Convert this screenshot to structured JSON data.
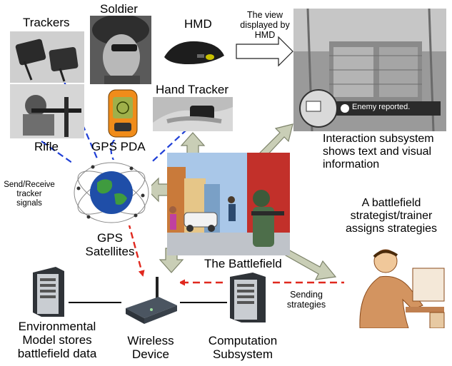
{
  "labels": {
    "trackers": "Trackers",
    "soldier": "Soldier",
    "hmd": "HMD",
    "view_line1": "The view",
    "view_line2": "displayed by",
    "view_line3": "HMD",
    "hand_tracker": "Hand Tracker",
    "rifle": "Rifle",
    "gps_pda": "GPS PDA",
    "send_receive_line1": "Send/Receive",
    "send_receive_line2": "tracker",
    "send_receive_line3": "signals",
    "gps_line1": "GPS",
    "gps_line2": "Satellites",
    "battlefield": "The Battlefield",
    "interaction_line1": "Interaction subsystem",
    "interaction_line2": "shows text and visual",
    "interaction_line3": "information",
    "strategist_line1": "A battlefield",
    "strategist_line2": "strategist/trainer",
    "strategist_line3": "assigns strategies",
    "sending_line1": "Sending",
    "sending_line2": "strategies",
    "env_line1": "Environmental",
    "env_line2": "Model stores",
    "env_line3": "battlefield data",
    "wireless_line1": "Wireless",
    "wireless_line2": "Device",
    "computation_line1": "Computation",
    "computation_line2": "Subsystem",
    "hmd_banner": "Enemy reported."
  },
  "colors": {
    "signal_arrow": "#1f3fd6",
    "strategy_arrow": "#e0281e",
    "flow_arrow_fill": "#c9ceb6",
    "flow_arrow_stroke": "#7d836a",
    "connector": "#000000"
  }
}
